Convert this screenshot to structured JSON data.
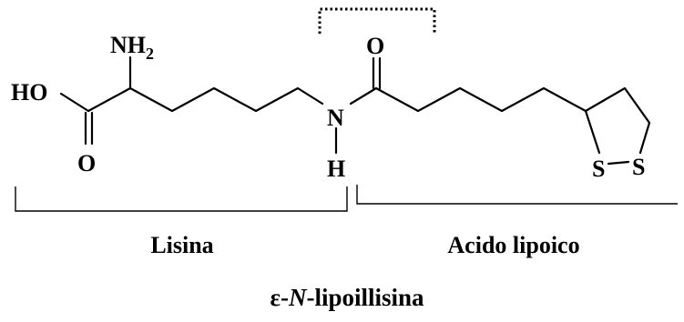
{
  "atoms": {
    "ho": "HO",
    "nh": "NH",
    "nh_sub": "2",
    "o_acid": "O",
    "n": "N",
    "h": "H",
    "o_amide": "O",
    "s1": "S",
    "s2": "S"
  },
  "labels": {
    "lisina": "Lisina",
    "acido_lipoico": "Acido lipoico",
    "compound_greek": "ε-",
    "compound_n": "N",
    "compound_rest": "-lipoillisina"
  }
}
